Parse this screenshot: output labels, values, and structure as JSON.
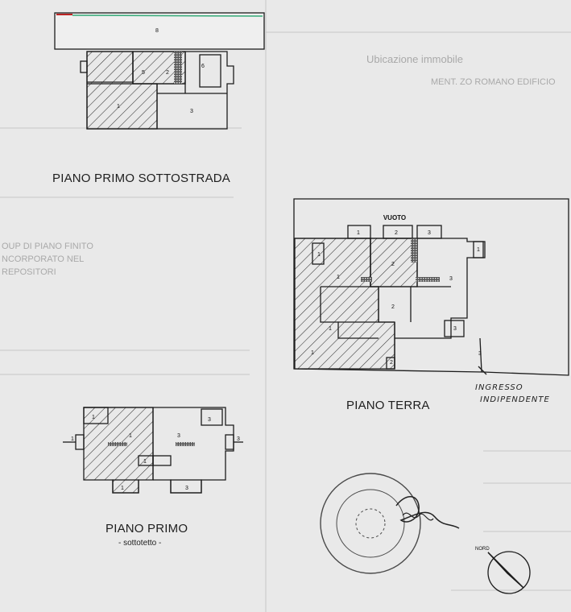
{
  "plans": {
    "sottostrada": {
      "title": "PIANO PRIMO SOTTOSTRADA"
    },
    "terra": {
      "title": "PIANO TERRA",
      "vuoto_label": "VUOTO"
    },
    "primo": {
      "title": "PIANO PRIMO",
      "subtitle": "- sottotetto -"
    }
  },
  "room_numbers": {
    "sottostrada": [
      "8",
      "5",
      "2",
      "6",
      "1",
      "3"
    ],
    "terra": [
      "1",
      "2",
      "3",
      "1",
      "2",
      "3",
      "1",
      "2",
      "1",
      "1",
      "1",
      "2",
      "3",
      "3"
    ],
    "primo": [
      "1",
      "1",
      "3",
      "1",
      "3",
      "3",
      "1",
      "1",
      "3"
    ]
  },
  "handwritten": {
    "line1": "INGRESSO",
    "line2": "INDIPENDENTE"
  },
  "north": {
    "label": "NORD"
  },
  "background_text": {
    "right_header": "Ubicazione immobile",
    "right_sub": "MENT. ZO ROMANO EDIFICIO",
    "left_block_1": "OUP DI PIANO FINITO",
    "left_block_2": "NCORPORATO NEL",
    "left_block_3": "REPOSITORI"
  },
  "colors": {
    "hatch": "#3a3a3a",
    "line": "#1c1c1c",
    "paper": "#e9e9e9"
  }
}
